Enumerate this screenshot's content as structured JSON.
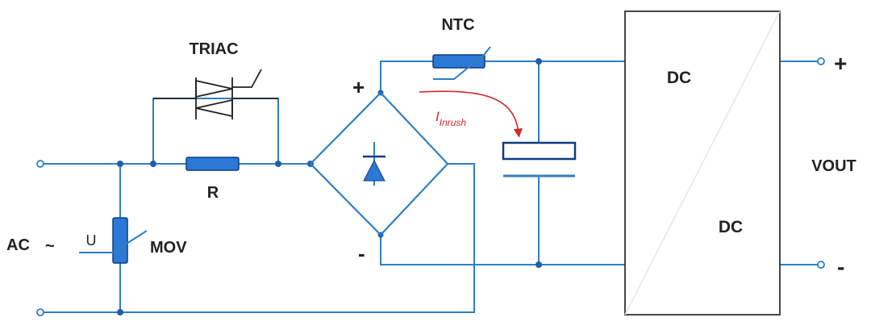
{
  "labels": {
    "triac": "TRIAC",
    "ntc": "NTC",
    "r": "R",
    "mov": "MOV",
    "u": "U",
    "ac": "AC",
    "ac_symbol": "~",
    "plus": "+",
    "minus": "-",
    "dc_in": "DC",
    "dc_out": "DC",
    "vout": "VOUT",
    "out_plus": "+",
    "out_minus": "-",
    "inrush_i": "I",
    "inrush_sub": "Inrush"
  },
  "colors": {
    "wire": "#2f7fc1",
    "component": "#2b78d6",
    "inrush": "#d62828"
  }
}
